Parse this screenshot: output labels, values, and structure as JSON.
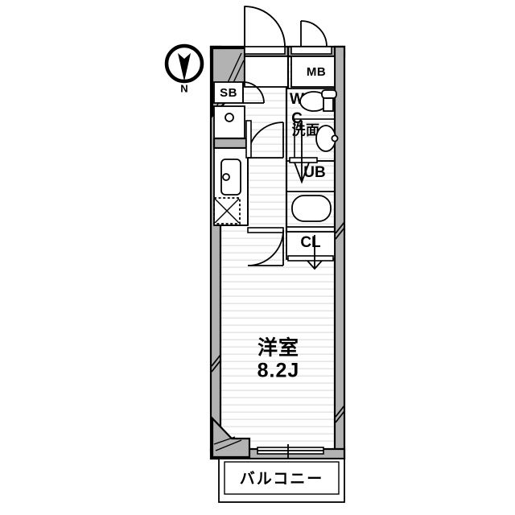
{
  "plan": {
    "title_labels": {
      "main_room": "洋室",
      "main_room_size": "8.2J",
      "balcony": "バルコニー",
      "wc": "W",
      "wc2": "C",
      "washbasin": "洗面",
      "unit_bath": "UB",
      "closet": "CL",
      "shoe_box": "SB",
      "meter_box": "MB",
      "compass_letter": "N"
    },
    "icons": {
      "compass": "compass-north-icon",
      "toilet": "toilet-fixture-icon",
      "basin": "washbasin-fixture-icon",
      "bathtub": "bathtub-fixture-icon",
      "kitchen_sink": "kitchen-sink-icon",
      "stove": "stove-cooktop-icon",
      "shoe_box": "shoe-box-icon",
      "door_swing": "door-swing-arc-icon",
      "sliding_window": "sliding-window-icon"
    },
    "colors": {
      "wall_fill": "#b2b2b2",
      "outline": "#000000",
      "floor_line": "#e3e3e3",
      "background": "#ffffff"
    }
  }
}
